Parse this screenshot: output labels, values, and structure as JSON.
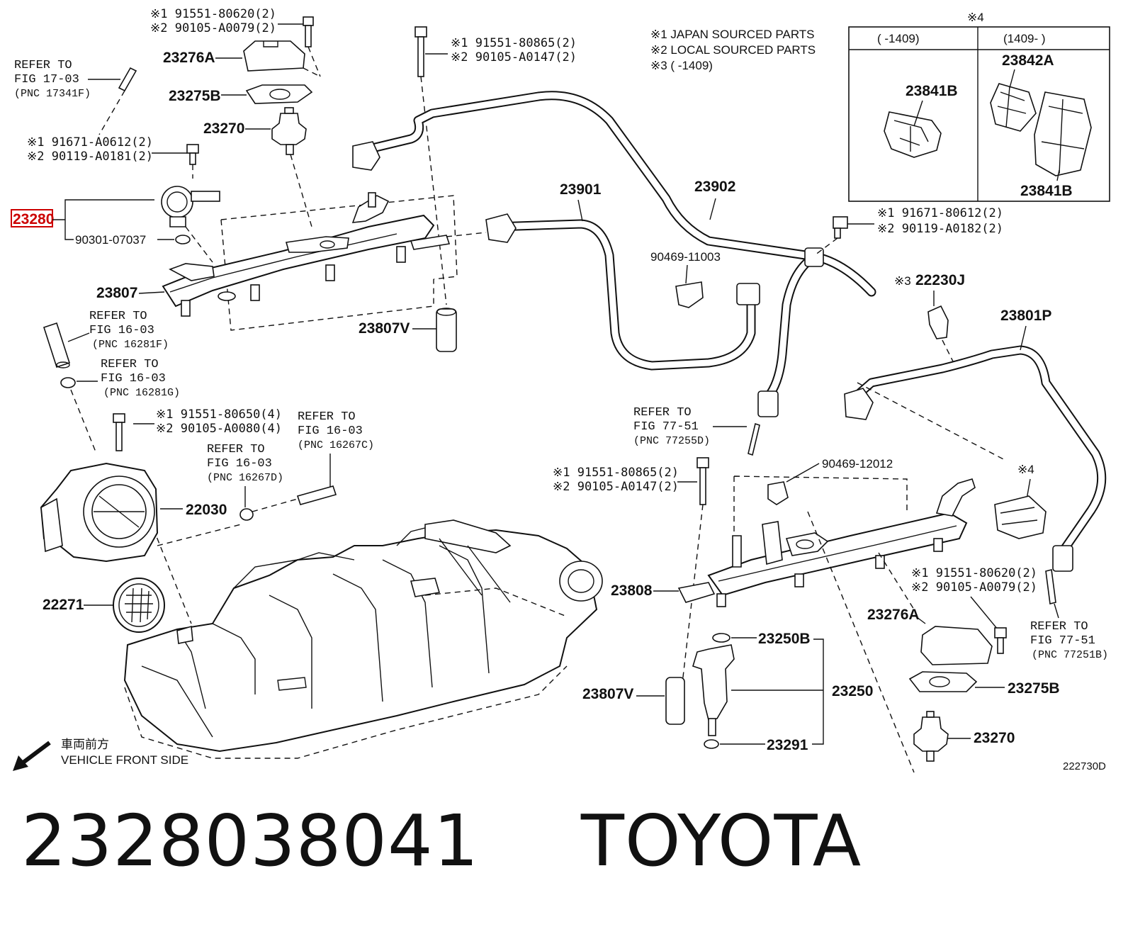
{
  "diagram": {
    "code": "222730D",
    "notes": [
      "※1 JAPAN SOURCED PARTS",
      "※2 LOCAL SOURCED PARTS",
      "※3 (      -1409)"
    ],
    "inset": {
      "mark": "※4",
      "col_left_header": "(      -1409)",
      "col_right_header": "(1409-      )",
      "parts": [
        "23841B",
        "23842A",
        "23841B"
      ]
    },
    "highlight_part": "23280",
    "part_numbers": {
      "p23276A_top": "23276A",
      "p23275B_top": "23275B",
      "p23270_top": "23270",
      "p23280": "23280",
      "p90301": "90301-07037",
      "p23807": "23807",
      "p23807V_top": "23807V",
      "p23901": "23901",
      "p23902": "23902",
      "p90469_11003": "90469-11003",
      "p22230J": "22230J",
      "p22230J_mark": "※3",
      "p23801P": "23801P",
      "p90469_12012": "90469-12012",
      "p4mark": "※4",
      "p22030": "22030",
      "p22271": "22271",
      "p23808": "23808",
      "p23250B": "23250B",
      "p23250": "23250",
      "p23807V_bot": "23807V",
      "p23291": "23291",
      "p23276A_bot": "23276A",
      "p23275B_bot": "23275B",
      "p23270_bot": "23270"
    },
    "bolt_specs": {
      "b1_l1": "※1 91551-80620(2)",
      "b1_l2": "※2 90105-A0079(2)",
      "b2_l1": "※1 91551-80865(2)",
      "b2_l2": "※2 90105-A0147(2)",
      "b3_l1": "※1 91671-A0612(2)",
      "b3_l2": "※2 90119-A0181(2)",
      "b4_l1": "※1 91671-80612(2)",
      "b4_l2": "※2 90119-A0182(2)",
      "b5_l1": "※1 91551-80650(4)",
      "b5_l2": "※2 90105-A0080(4)",
      "b6_l1": "※1 91551-80865(2)",
      "b6_l2": "※2 90105-A0147(2)",
      "b7_l1": "※1 91551-80620(2)",
      "b7_l2": "※2 90105-A0079(2)"
    },
    "references": {
      "r1": [
        "REFER TO",
        "FIG 17-03",
        "(PNC 17341F)"
      ],
      "r2": [
        "REFER TO",
        "FIG 16-03",
        "(PNC 16281F)"
      ],
      "r3": [
        "REFER TO",
        "FIG 16-03",
        "(PNC 16281G)"
      ],
      "r4": [
        "REFER TO",
        "FIG 16-03",
        "(PNC 16267C)"
      ],
      "r5": [
        "REFER TO",
        "FIG 16-03",
        "(PNC 16267D)"
      ],
      "r6": [
        "REFER TO",
        "FIG 77-51",
        "(PNC 77255D)"
      ],
      "r7": [
        "REFER TO",
        "FIG 77-51",
        "(PNC 77251B)"
      ]
    },
    "front_side": {
      "jp": "車両前方",
      "en": "VEHICLE FRONT SIDE"
    }
  },
  "caption": {
    "part_number": "2328038041",
    "brand": "TOYOTA"
  },
  "colors": {
    "highlight": "#cc0000",
    "ink": "#111111"
  }
}
